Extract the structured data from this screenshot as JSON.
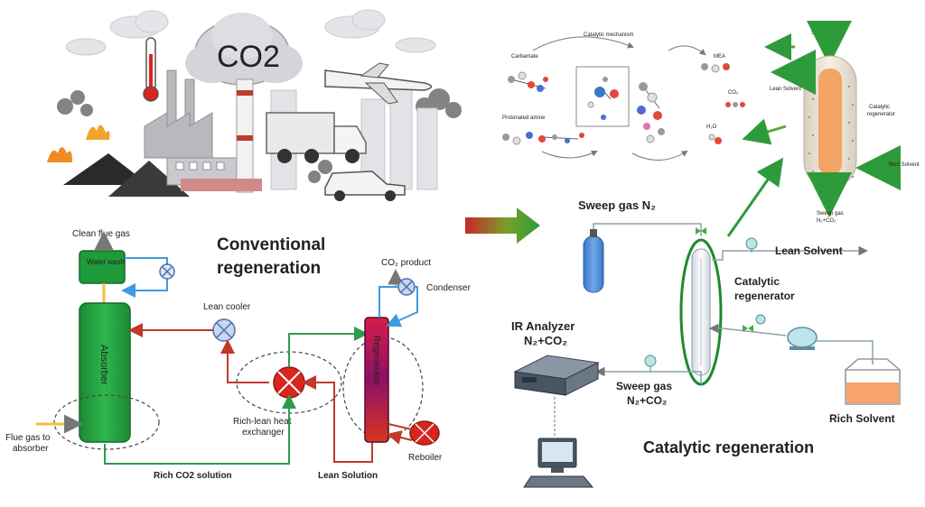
{
  "banner": {
    "co2_text": "CO2"
  },
  "conventional": {
    "title_line1": "Conventional",
    "title_line2": "regeneration",
    "clean_flue_gas": "Clean flue gas",
    "water_wash": "Water wash",
    "absorber": "Absorber",
    "flue_gas_line1": "Flue gas to",
    "flue_gas_line2": "absorber",
    "lean_cooler": "Lean cooler",
    "rich_lean_line1": "Rich-lean heat",
    "rich_lean_line2": "exchanger",
    "regenerator": "Regenerator",
    "co2_product": "CO₂ product",
    "condenser": "Condenser",
    "reboiler": "Reboiler",
    "rich_solution": "Rich CO2 solution",
    "lean_solution": "Lean Solution"
  },
  "catalytic": {
    "title": "Catalytic regeneration",
    "sweep_gas_top": "Sweep gas N₂",
    "lean_solvent": "Lean Solvent",
    "regen_line1": "Catalytic",
    "regen_line2": "regenerator",
    "ir_line1": "IR Analyzer",
    "ir_line2": "N₂+CO₂",
    "sweep_line1": "Sweep gas",
    "sweep_line2": "N₂+CO₂",
    "rich_solvent": "Rich Solvent"
  },
  "mechanism": {
    "carbamate": "Carbamate",
    "catalytic_mechanism": "Catalytic mechanism",
    "protonated_amine": "Protonated amine",
    "mea": "MEA",
    "co2": "CO₂",
    "h2o": "H₂O"
  },
  "column_inset": {
    "sweep_in": "Sweep gas N₂",
    "lean_solvent": "Lean Solvent",
    "catalytic_line1": "Catalytic",
    "catalytic_line2": "regenerator",
    "rich_solvent": "Rich Solvent",
    "sweep_out_line1": "Sweep gas",
    "sweep_out_line2": "N₂+CO₂"
  },
  "colors": {
    "conventional_title": "#c62828",
    "catalytic_title": "#2e8b3a",
    "absorber": "#1f9a3a",
    "regenerator": "#b0134e",
    "hot_stream": "#c0392b",
    "cool_stream": "#3d9be0",
    "green_stream": "#2e9b4e"
  }
}
